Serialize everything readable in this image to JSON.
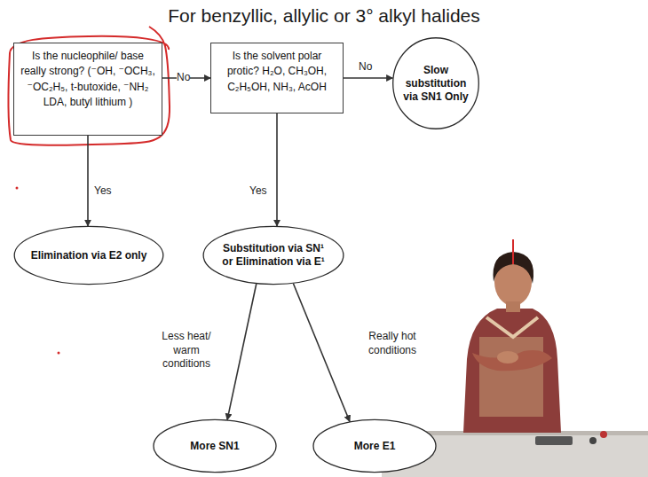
{
  "diagram": {
    "title": "For benzyllic, allylic or 3° alkyl halides",
    "nodes": [
      {
        "text": [
          "Is the nucleophile/ base really strong? (⁻OH, ⁻OCH₃, ⁻OC₂H₅, t-butoxide, ⁻NH₂ LDA, butyl lithium )"
        ]
      },
      {
        "text": [
          "Is the solvent polar protic? H₂O, CH₃OH, C₂H₅OH, NH₃, AcOH"
        ]
      },
      {
        "text": [
          "Slow substitution via SN1 Only"
        ]
      },
      {
        "text": [
          "Elimination via E2 only"
        ]
      },
      {
        "text": [
          "Substitution via SN¹ or Elimination via E¹"
        ]
      },
      {
        "text": [
          "More SN1"
        ]
      },
      {
        "text": [
          "More E1"
        ]
      }
    ],
    "edges": [
      {
        "from": 0,
        "to": 1,
        "arrow": "to",
        "label": "No"
      },
      {
        "from": 1,
        "to": 2,
        "arrow": "to",
        "label": "No"
      },
      {
        "from": 0,
        "to": 3,
        "arrow": "to",
        "label": "Yes"
      },
      {
        "from": 1,
        "to": 4,
        "arrow": "to",
        "label": "Yes"
      },
      {
        "from": 4,
        "to": 5,
        "arrow": "to",
        "label": "Less heat/ warm conditions"
      },
      {
        "from": 4,
        "to": 6,
        "arrow": "to",
        "label": "Really hot conditions"
      }
    ]
  }
}
